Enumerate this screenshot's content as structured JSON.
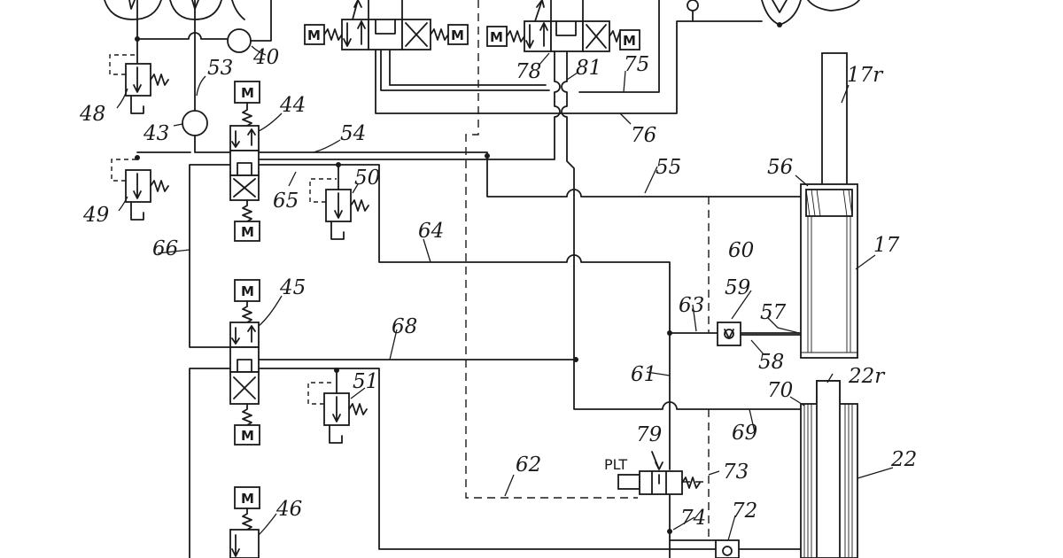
{
  "motor_label": "M",
  "plt_label": "PLT",
  "labels": {
    "l17r": "17r",
    "l17": "17",
    "l22r": "22r",
    "l22": "22",
    "l40": "40",
    "l43": "43",
    "l44": "44",
    "l45": "45",
    "l46": "46",
    "l48": "48",
    "l49": "49",
    "l50": "50",
    "l51": "51",
    "l53": "53",
    "l54": "54",
    "l55": "55",
    "l56": "56",
    "l57": "57",
    "l58": "58",
    "l59": "59",
    "l60": "60",
    "l61": "61",
    "l62": "62",
    "l63": "63",
    "l64": "64",
    "l65": "65",
    "l66": "66",
    "l68": "68",
    "l69": "69",
    "l70": "70",
    "l72": "72",
    "l73": "73",
    "l74": "74",
    "l75": "75",
    "l76": "76",
    "l78": "78",
    "l79": "79",
    "l81": "81"
  }
}
